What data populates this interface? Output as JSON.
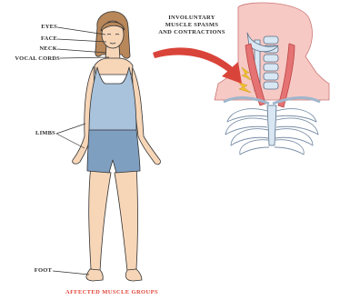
{
  "labels": {
    "eyes": "EYES",
    "face": "FACE",
    "neck": "NECK",
    "vocal_cords": "VOCAL CORDS",
    "limbs": "LIMBS",
    "foot": "FOOT"
  },
  "annotation": {
    "line1": "INVOLUNTARY",
    "line2": "MUSCLE SPASMS",
    "line3": "AND CONTRACTIONS"
  },
  "caption": "AFFECTED MUSCLE GROUPS",
  "colors": {
    "skin": "#f7d6b8",
    "outfit": "#a9c3dc",
    "outfit_dark": "#7f9fc0",
    "hair": "#b8875a",
    "muscle": "#e57373",
    "arrow": "#d9443a",
    "bone": "#d8e7f3",
    "caption": "#e0463a"
  },
  "icons": [
    "woman-figure",
    "neck-anatomy",
    "lightning-bolt-icon",
    "curved-arrow-icon"
  ]
}
